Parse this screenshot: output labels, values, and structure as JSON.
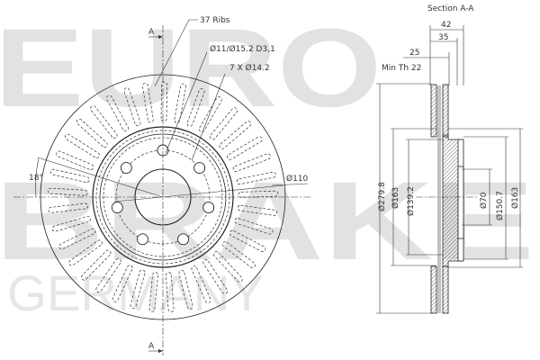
{
  "watermark": {
    "line1": "EURO",
    "line2": "BRAKE",
    "line3": "GERMANY",
    "color": "#e2e2e2"
  },
  "front_view": {
    "section_marker_top": "A",
    "section_marker_bottom": "A",
    "ribs_label": "37 Ribs",
    "hole_spec": "Ø11/Ø15.2 D3,1",
    "bolt_pattern": "7 X Ø14.2",
    "angle_label": "18°",
    "pcd_label": "Ø110",
    "rib_count": 37,
    "bolt_holes": 7
  },
  "section_view": {
    "title": "Section A-A",
    "dim_overall_height": "42",
    "dim_hat_height": "35",
    "dim_thickness": "25",
    "min_thickness": "Min Th 22",
    "dim_outer_diameter": "Ø279.8",
    "dim_inner_friction": "Ø163",
    "dim_hat_inner": "Ø139.2",
    "dim_center_bore": "Ø70",
    "dim_hat_outer": "Ø150.7",
    "dim_hat_diameter": "Ø163"
  }
}
